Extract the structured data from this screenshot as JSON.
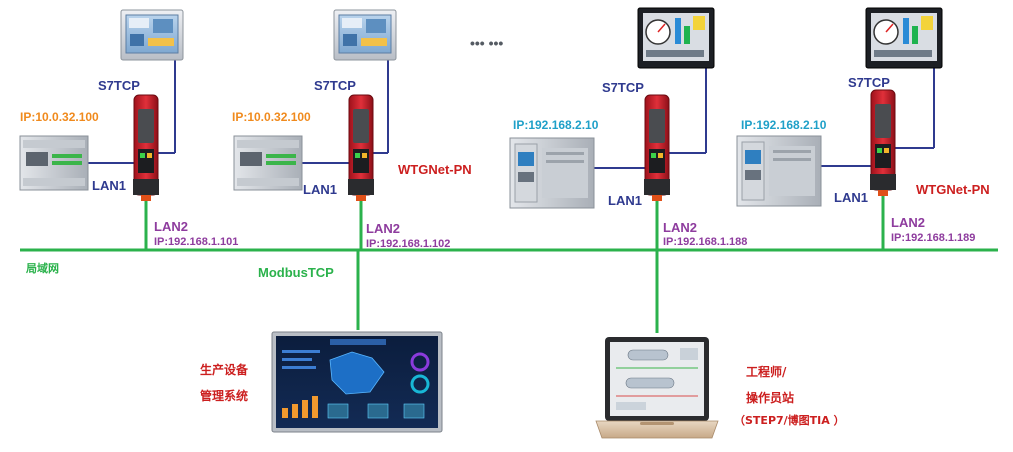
{
  "colors": {
    "network_line": "#2bb24c",
    "hmi_line": "#2f3a8f",
    "blue_label": "#2f3a8f",
    "orange_ip": "#f08a1d",
    "cyan_ip": "#1fa0c8",
    "purple_label": "#8e3c9e",
    "red_label": "#cc1f1f",
    "green_label": "#2bb24c",
    "gateway_red": "#c8202a"
  },
  "network": {
    "label": "局域网",
    "protocol_label": "ModbusTCP"
  },
  "ellipsis": "•••  •••",
  "nodes": [
    {
      "hmi_protocol": "S7TCP",
      "plc_ip": "IP:10.0.32.100",
      "lan1": "LAN1",
      "lan2": "LAN2",
      "lan2_ip": "IP:192.168.1.101",
      "gateway_name": ""
    },
    {
      "hmi_protocol": "S7TCP",
      "plc_ip": "IP:10.0.32.100",
      "lan1": "LAN1",
      "lan2": "LAN2",
      "lan2_ip": "IP:192.168.1.102",
      "gateway_name": "WTGNet-PN"
    },
    {
      "hmi_protocol": "S7TCP",
      "plc_ip": "IP:192.168.2.10",
      "lan1": "LAN1",
      "lan2": "LAN2",
      "lan2_ip": "IP:192.168.1.188",
      "gateway_name": ""
    },
    {
      "hmi_protocol": "S7TCP",
      "plc_ip": "IP:192.168.2.10",
      "lan1": "LAN1",
      "lan2": "LAN2",
      "lan2_ip": "IP:192.168.1.189",
      "gateway_name": "WTGNet-PN"
    }
  ],
  "mes": {
    "line1": "生产设备",
    "line2": "管理系统"
  },
  "engineer": {
    "line1": "工程师/",
    "line2": "操作员站",
    "line3": "（STEP7/博图TIA ）"
  },
  "icons": [
    "hmi-panel-icon",
    "plc-icon",
    "gateway-icon",
    "monitor-icon",
    "laptop-icon"
  ]
}
